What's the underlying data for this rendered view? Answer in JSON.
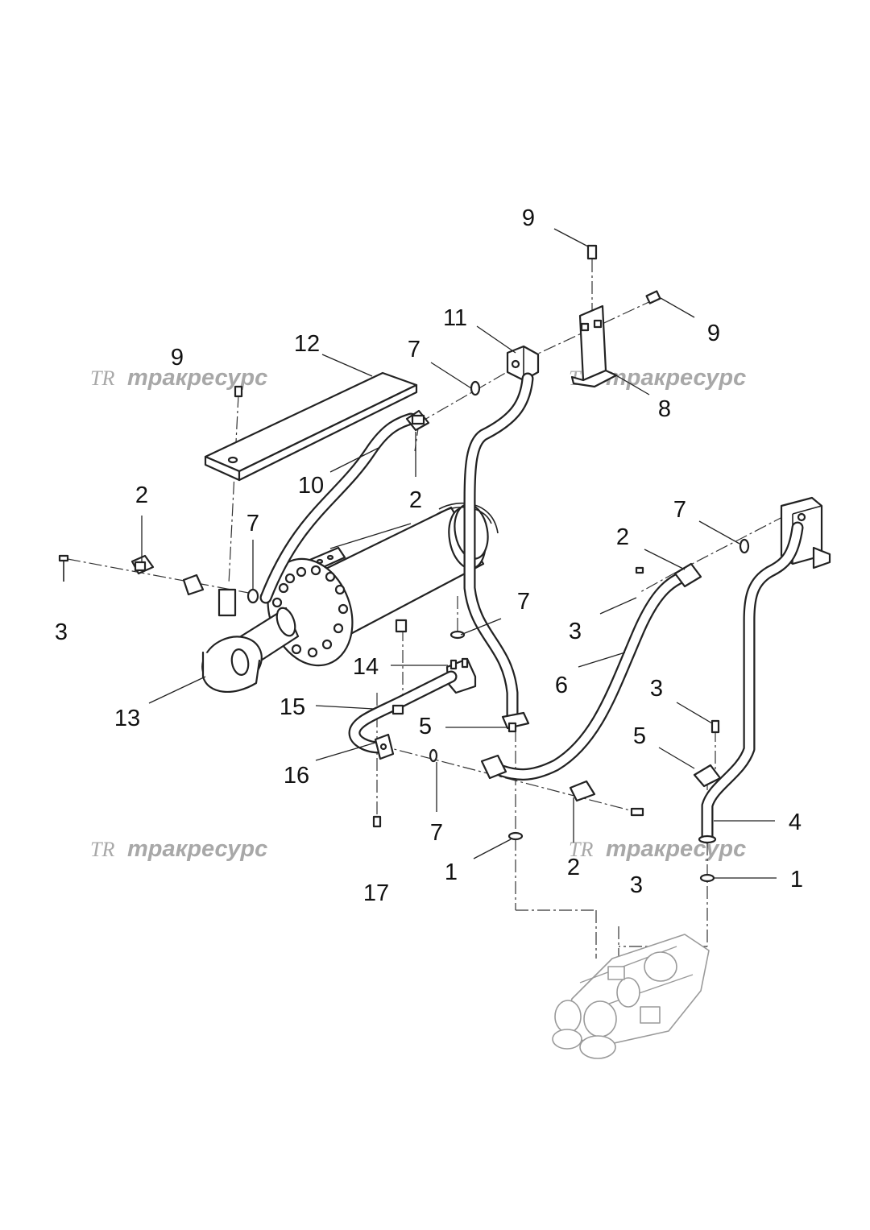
{
  "watermark": {
    "text": "тракресурс",
    "logo": "TR",
    "color": "#a8a8a8"
  },
  "callouts": {
    "c9_top": "9",
    "c9_right": "9",
    "c9_left": "9",
    "c11": "11",
    "c12": "12",
    "c7_top": "7",
    "c8": "8",
    "c10": "10",
    "c2_mid": "2",
    "c2_left": "2",
    "c7_left": "7",
    "c7_right_top": "7",
    "c2_right": "2",
    "c3_left": "3",
    "c7_mid": "7",
    "c3_mid": "3",
    "c14": "14",
    "c6": "6",
    "c13": "13",
    "c15": "15",
    "c3_right": "3",
    "c5_mid": "5",
    "c5_right": "5",
    "c16": "16",
    "c4": "4",
    "c7_bottom": "7",
    "c1_left": "1",
    "c2_bottom": "2",
    "c3_bottom": "3",
    "c1_right": "1",
    "c17": "17"
  }
}
